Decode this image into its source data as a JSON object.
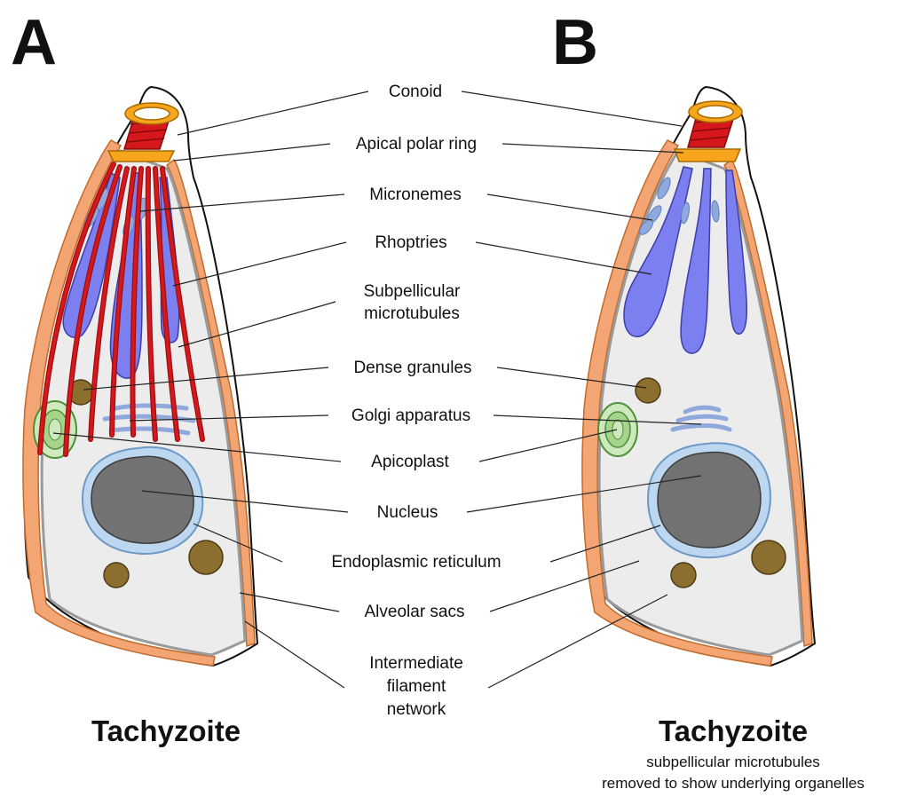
{
  "panels": {
    "a": "A",
    "b": "B"
  },
  "labels": {
    "conoid": "Conoid",
    "apical_polar_ring": "Apical polar ring",
    "micronemes": "Micronemes",
    "rhoptries": "Rhoptries",
    "subpellicular_1": "Subpellicular",
    "subpellicular_2": "microtubules",
    "dense_granules": "Dense granules",
    "golgi": "Golgi apparatus",
    "apicoplast": "Apicoplast",
    "nucleus": "Nucleus",
    "er": "Endoplasmic reticulum",
    "alveolar": "Alveolar sacs",
    "ifn_1": "Intermediate",
    "ifn_2": "filament",
    "ifn_3": "network"
  },
  "titles": {
    "left": "Tachyzoite",
    "right": "Tachyzoite"
  },
  "caption": {
    "line1": "subpellicular microtubules",
    "line2": "removed to show underlying organelles"
  },
  "colors": {
    "cytoplasm": "#ececec",
    "pellicle_orange": "#f4a574",
    "pellicle_edge": "#c26a2a",
    "grey_layer": "#9a9a9a",
    "conoid_red": "#d4181b",
    "polar_ring": "#f7a51c",
    "rhoptry": "#7b7ff0",
    "microneme": "#8fa9dd",
    "dense_granule": "#8c6f2e",
    "nucleus": "#727272",
    "er": "#bcd7ef",
    "apicoplast": "#a6d48a"
  }
}
